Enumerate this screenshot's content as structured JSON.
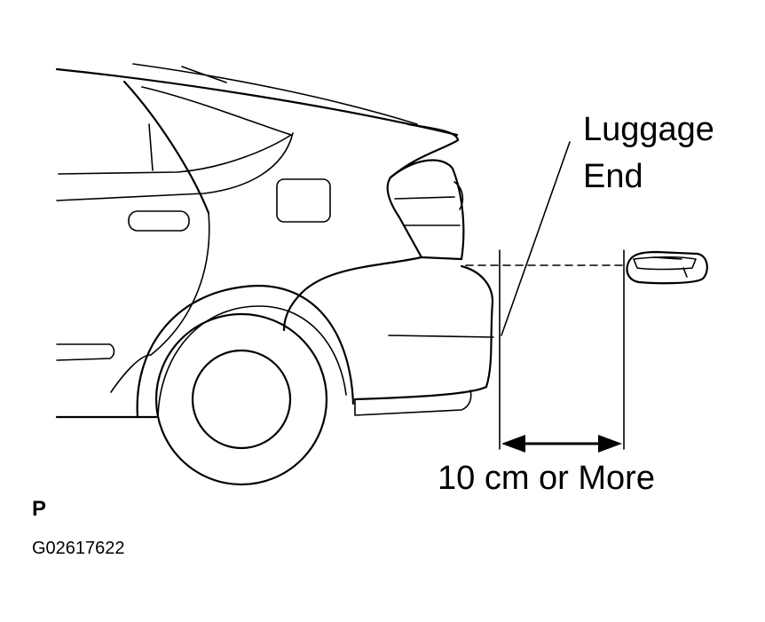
{
  "labels": {
    "luggage_line1": "Luggage",
    "luggage_line2": "End",
    "distance": "10 cm or More",
    "view_code": "P",
    "figure_id": "G02617622"
  },
  "colors": {
    "ink": "#000000",
    "paper": "#ffffff"
  }
}
